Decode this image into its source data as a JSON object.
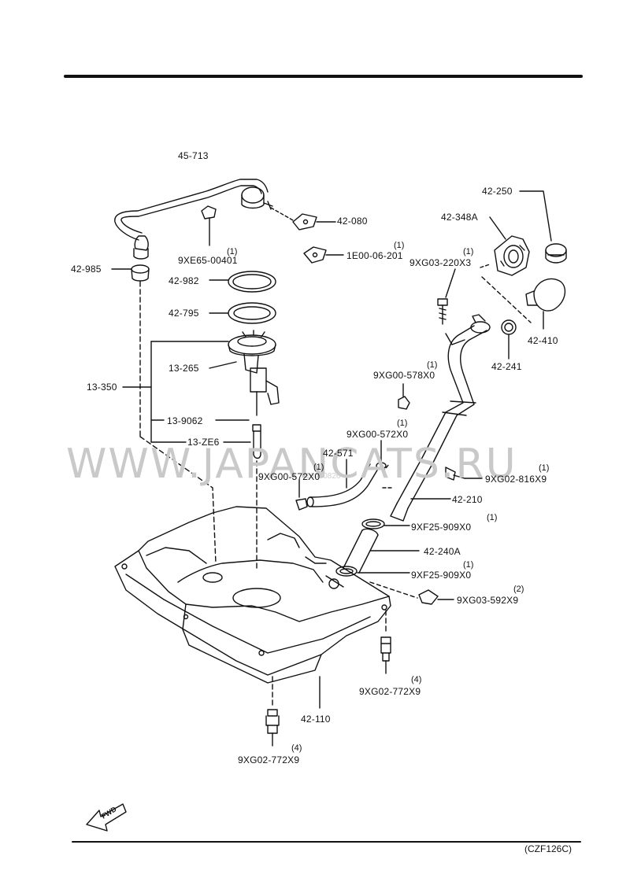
{
  "watermark": {
    "text": "WWW.JAPANCATS.RU",
    "small": "16920826"
  },
  "reference": "(CZF126C)",
  "fwd": "FWD",
  "parts": {
    "p45713": "45-713",
    "p42080": "42-080",
    "p9XE65": "9XE65-00401",
    "p9XE65_qty": "(1)",
    "p42985": "42-985",
    "p42982": "42-982",
    "p42795": "42-795",
    "p13350": "13-350",
    "p13265": "13-265",
    "p139062": "13-9062",
    "p13ZE6": "13-ZE6",
    "p1E00": "1E00-06-201",
    "p1E00_qty": "(1)",
    "p9XG03_220": "9XG03-220X3",
    "p9XG03_220_qty": "(1)",
    "p42250": "42-250",
    "p42348A": "42-348A",
    "p42410": "42-410",
    "p42241": "42-241",
    "p9XG00_578": "9XG00-578X0",
    "p9XG00_578_qty": "(1)",
    "p9XG00_572a": "9XG00-572X0",
    "p9XG00_572a_qty": "(1)",
    "p42571": "42-571",
    "p9XG00_572b": "9XG00-572X0",
    "p9XG00_572b_qty": "(1)",
    "p9XG02_816": "9XG02-816X9",
    "p9XG02_816_qty": "(1)",
    "p42210": "42-210",
    "p9XF25a": "9XF25-909X0",
    "p9XF25a_qty": "(1)",
    "p42240A": "42-240A",
    "p9XF25b": "9XF25-909X0",
    "p9XF25b_qty": "(1)",
    "p9XG03_592": "9XG03-592X9",
    "p9XG03_592_qty": "(2)",
    "p9XG02_772a": "9XG02-772X9",
    "p9XG02_772a_qty": "(4)",
    "p42110": "42-110",
    "p9XG02_772b": "9XG02-772X9",
    "p9XG02_772b_qty": "(4)"
  }
}
